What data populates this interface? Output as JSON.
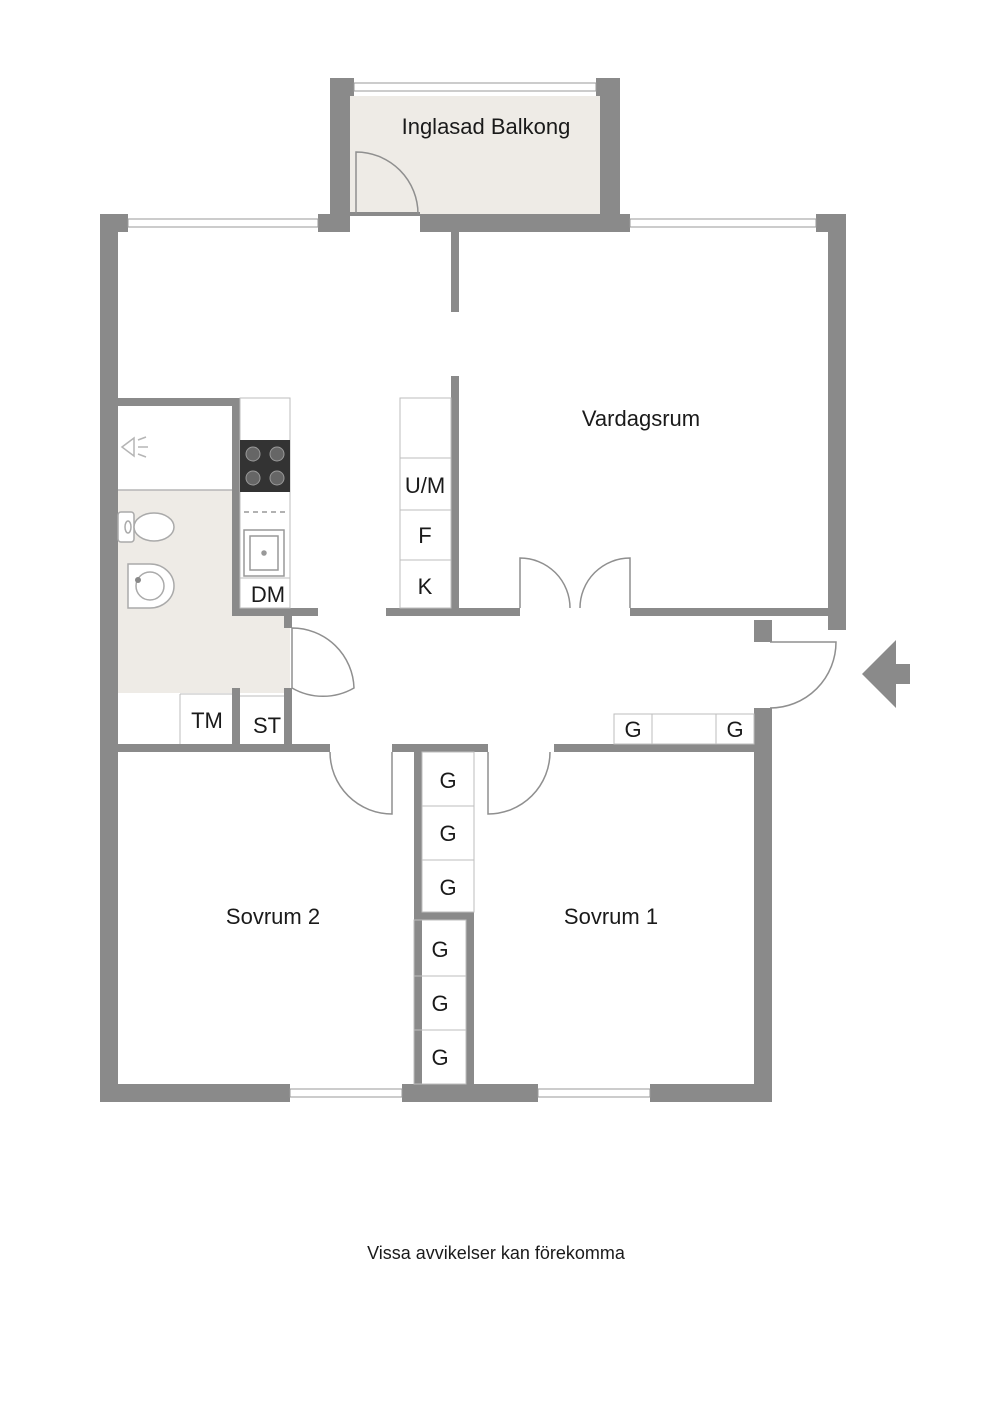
{
  "rooms": {
    "balcony": "Inglasad Balkong",
    "living": "Vardagsrum",
    "bedroom2": "Sovrum 2",
    "bedroom1": "Sovrum 1"
  },
  "fixtures": {
    "um": "U/M",
    "f": "F",
    "k": "K",
    "dm": "DM",
    "tm": "TM",
    "st": "ST",
    "g": "G"
  },
  "footer": {
    "note": "Vissa avvikelser kan förekomma"
  },
  "colors": {
    "wall": "#8a8a8a",
    "wet_floor": "#eeebe6",
    "stove": "#333333"
  },
  "icons": [
    "shower-icon",
    "toilet-icon",
    "washbasin-icon",
    "sink-icon",
    "stove-icon",
    "entrance-arrow-icon"
  ]
}
